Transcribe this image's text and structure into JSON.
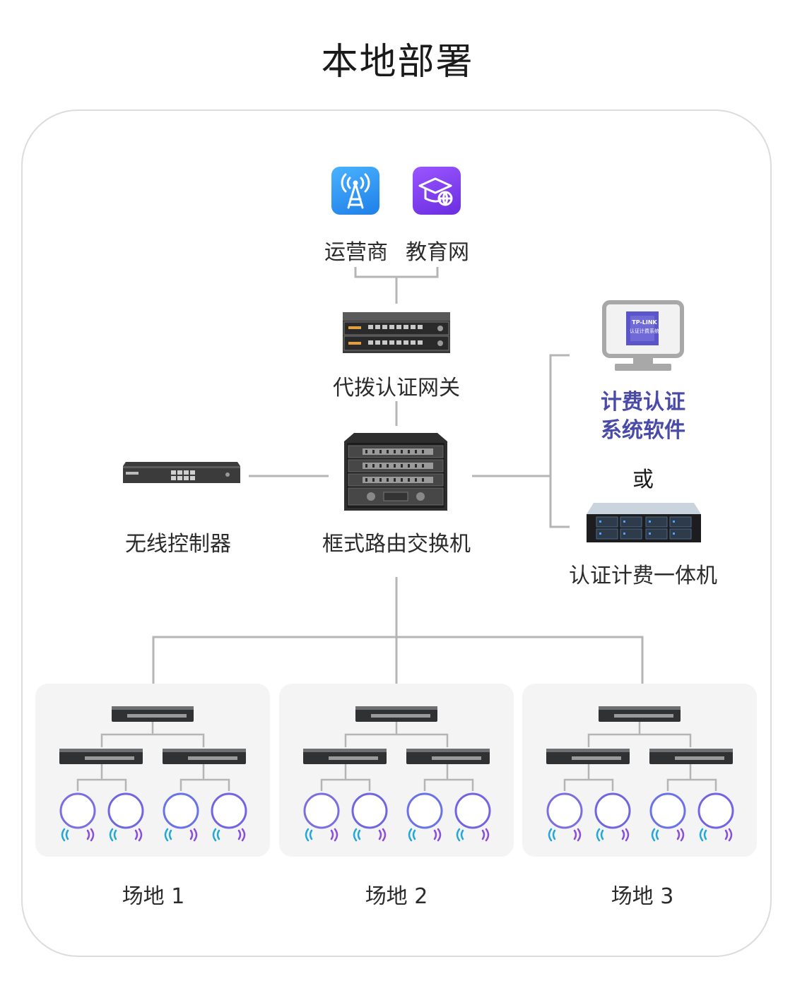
{
  "title": "本地部署",
  "internet": {
    "carrier_label": "运营商",
    "edu_label": "教育网",
    "carrier_icon": "signal-tower-icon",
    "edu_icon": "graduation-globe-icon",
    "carrier_color": "#2b8ef0",
    "edu_color": "#7a3cf0"
  },
  "gateway": {
    "label": "代拨认证网关"
  },
  "core_switch": {
    "label": "框式路由交换机"
  },
  "wireless_controller": {
    "label": "无线控制器"
  },
  "billing": {
    "software_line1": "计费认证",
    "software_line2": "系统软件",
    "screen_brand": "TP-LINK",
    "screen_text": "认证计费系统",
    "or_label": "或",
    "appliance_label": "认证计费一体机",
    "accent_color": "#4a4aa8"
  },
  "sites": [
    {
      "label": "场地 1"
    },
    {
      "label": "场地 2"
    },
    {
      "label": "场地 3"
    }
  ]
}
